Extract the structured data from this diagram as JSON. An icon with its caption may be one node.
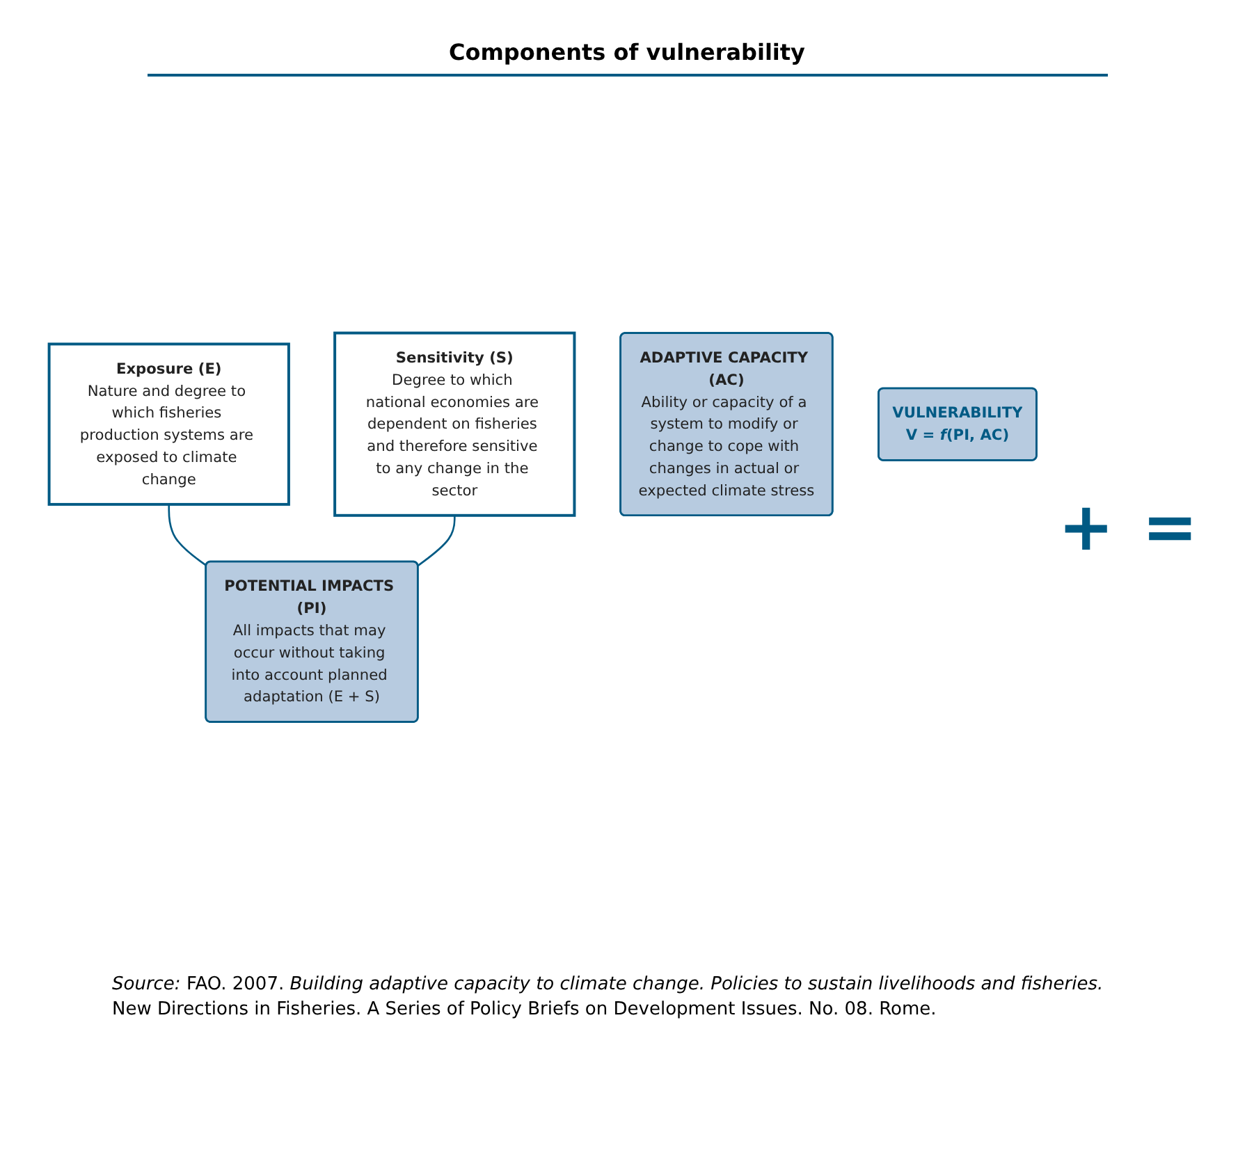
{
  "diagram": {
    "title": "Components of vulnerability",
    "caption": "*Source:* FAO. 2007. *Building adaptive capacity to climate change. Policies to sustain livelihoods and fisheries.* New Directions in Fisheries. A Series of Policy Briefs on Development Issues. No. 08. Rome.",
    "nodes": [
      {
        "text": [
          "Exposure (E)",
          "Nature and degree to which fisheries production systems are exposed to climate change"
        ]
      },
      {
        "text": [
          "Sensitivity (S)",
          "Degree to which national economies are dependent on fisheries and therefore sensitive to any change in the sector"
        ]
      },
      {
        "text": [
          "POTENTIAL IMPACTS (PI)",
          "All impacts that may occur without taking into account planned adaptation (E + S)"
        ]
      },
      {
        "text": [
          "ADAPTIVE CAPACITY (AC)",
          "Ability or capacity of a system to modify or change to cope with changes in actual or expected climate stress"
        ]
      },
      {
        "text": [
          "VULNERABILITY",
          "V = *f*(PI, AC)"
        ]
      }
    ],
    "edges": [
      {
        "from": 0,
        "to": 2,
        "arrow": "none"
      },
      {
        "from": 1,
        "to": 2,
        "arrow": "none"
      }
    ],
    "labels": [
      "+",
      "="
    ]
  }
}
